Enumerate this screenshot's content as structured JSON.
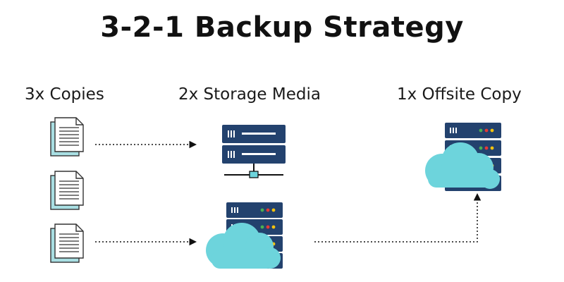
{
  "title": "3-2-1 Backup Strategy",
  "columns": {
    "copies": "3x Copies",
    "storage_media": "2x Storage Media",
    "offsite": "1x Offsite Copy"
  },
  "icons": {
    "document": "document-icon",
    "server": "server-icon",
    "cloud": "cloud-icon",
    "network": "network-icon"
  },
  "colors": {
    "server_fill": "#23426e",
    "cloud_fill": "#6dd4dc",
    "doc_back": "#a9dfe3",
    "led_green": "#4caf50",
    "led_red": "#e53935",
    "led_yellow": "#f4c20d"
  }
}
